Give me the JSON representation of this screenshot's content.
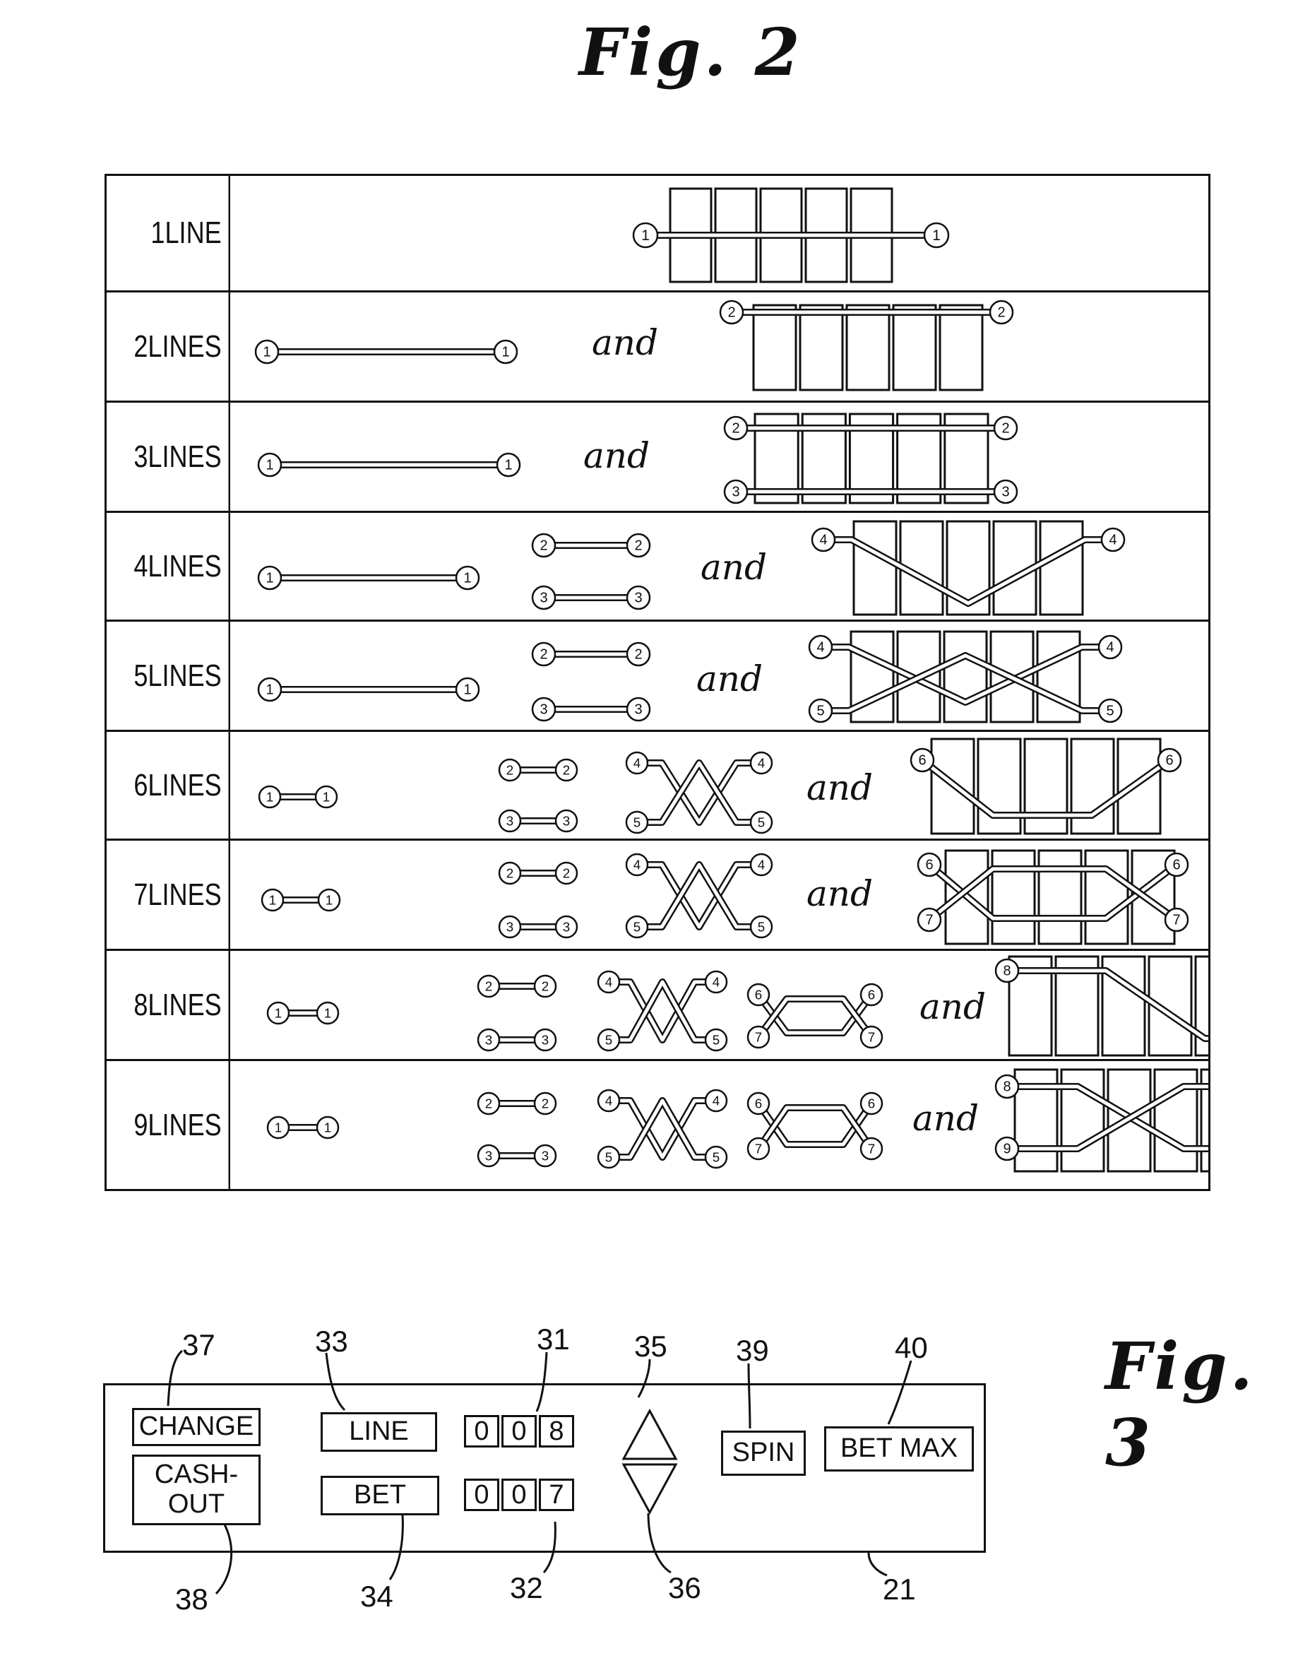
{
  "fig2": {
    "title": "Fig. 2",
    "conjunction": "and",
    "rows": [
      {
        "label": "1LINE"
      },
      {
        "label": "2LINES"
      },
      {
        "label": "3LINES"
      },
      {
        "label": "4LINES"
      },
      {
        "label": "5LINES"
      },
      {
        "label": "6LINES"
      },
      {
        "label": "7LINES"
      },
      {
        "label": "8LINES"
      },
      {
        "label": "9LINES"
      }
    ],
    "markers": [
      "①",
      "②",
      "③",
      "④",
      "⑤",
      "⑥",
      "⑦",
      "⑧",
      "⑨"
    ]
  },
  "fig3": {
    "title": "Fig. 3",
    "buttons": {
      "change": "CHANGE",
      "cashout": "CASH-\nOUT",
      "line": "LINE",
      "bet": "BET",
      "spin": "SPIN",
      "bet_max": "BET MAX"
    },
    "line_display": [
      "0",
      "0",
      "8"
    ],
    "bet_display": [
      "0",
      "0",
      "7"
    ],
    "refs": {
      "change": "37",
      "line": "33",
      "line_display": "31",
      "up": "35",
      "spin": "39",
      "bet_max": "40",
      "cashout": "38",
      "bet": "34",
      "bet_display": "32",
      "down": "36",
      "panel": "21"
    }
  }
}
